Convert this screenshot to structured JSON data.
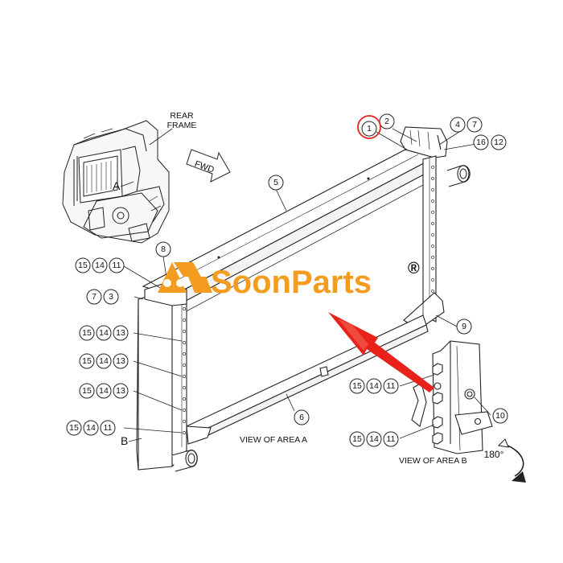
{
  "labels": {
    "rear_frame_line1": "REAR",
    "rear_frame_line2": "FRAME",
    "fwd": "FWD",
    "area_a_marker": "A",
    "area_b_marker": "B",
    "view_a": "VIEW OF AREA A",
    "view_b": "VIEW OF AREA B",
    "rotation": "180°"
  },
  "watermark": {
    "brand": "SoonParts",
    "registered": "®",
    "brand_color": "#f39c1f",
    "arrow_color": "#e8221a"
  },
  "callouts": {
    "top_right": [
      "1",
      "2",
      "4",
      "7",
      "16",
      "12"
    ],
    "rail_top": "5",
    "rail_bottom": "6",
    "left_top_group": [
      "15",
      "14",
      "11"
    ],
    "left_top_single": "8",
    "left_mid_group": [
      "7",
      "3"
    ],
    "left_groups": [
      [
        "15",
        "14",
        "13"
      ],
      [
        "15",
        "14",
        "13"
      ],
      [
        "15",
        "14",
        "13"
      ],
      [
        "15",
        "14",
        "11"
      ]
    ],
    "right_side": "9",
    "area_b_groups": [
      [
        "15",
        "14",
        "11"
      ],
      [
        "15",
        "14",
        "11"
      ]
    ],
    "area_b_single": "10"
  },
  "highlight": {
    "circled_callout": "1",
    "circle_color": "#e8221a"
  }
}
